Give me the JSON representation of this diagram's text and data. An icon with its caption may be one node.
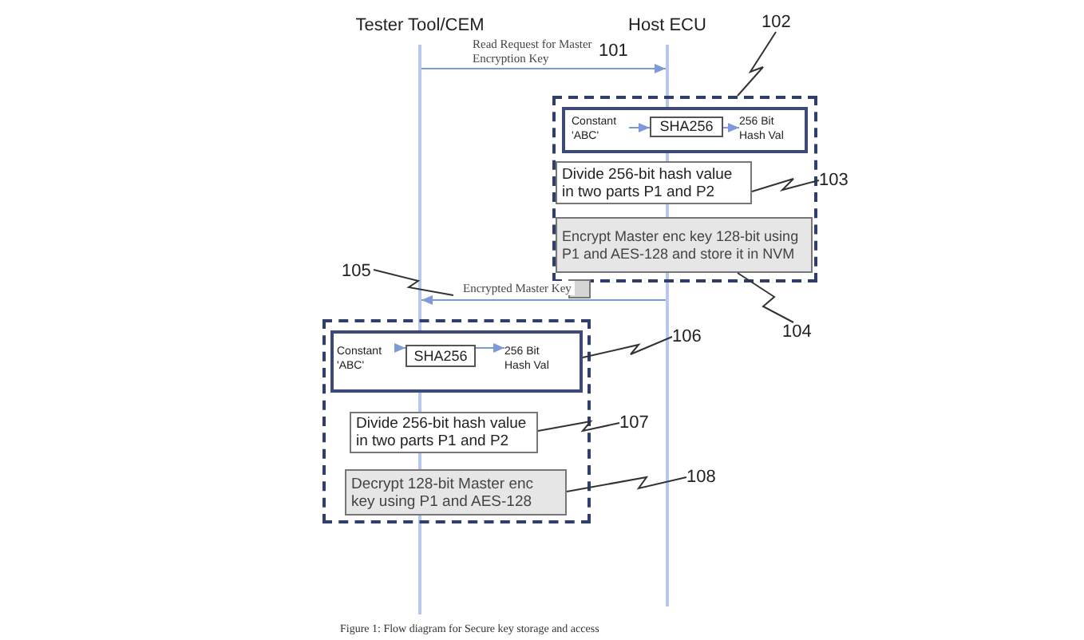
{
  "diagram": {
    "caption": "Figure 1: Flow diagram for Secure key storage and access",
    "nodes": [
      {
        "text": [],
        "shape": "bar",
        "beside": [
          "Tester Tool/CEM"
        ]
      },
      {
        "text": [],
        "shape": "bar",
        "beside": [
          "Host ECU"
        ]
      },
      {
        "text": [],
        "shape": "box"
      },
      {
        "text": [],
        "shape": "box",
        "in": 2
      },
      {
        "text": [
          "Constant 'ABC'"
        ],
        "in": 3
      },
      {
        "text": [
          "SHA256"
        ],
        "in": 3
      },
      {
        "text": [
          "256 Bit Hash Val"
        ],
        "in": 3
      },
      {
        "text": [
          "Divide 256-bit hash value in two parts P1 and P2"
        ],
        "in": 2
      },
      {
        "text": [
          "Encrypt Master enc key 128-bit using P1 and AES-128 and store it in NVM"
        ],
        "in": 2
      },
      {
        "text": [],
        "shape": "box"
      },
      {
        "text": [],
        "shape": "box"
      },
      {
        "text": [],
        "shape": "box",
        "in": 10
      },
      {
        "text": [
          "Constant 'ABC'"
        ],
        "in": 11
      },
      {
        "text": [
          "SHA256"
        ],
        "in": 11
      },
      {
        "text": [
          "256 Bit Hash Val"
        ],
        "in": 11
      },
      {
        "text": [
          "Divide 256-bit hash value in two parts P1 and P2"
        ],
        "in": 10
      },
      {
        "text": [
          "Decrypt 128-bit Master enc key using P1 and AES-128"
        ],
        "in": 10
      },
      {
        "text": [
          "102"
        ]
      },
      {
        "text": [
          "103"
        ]
      },
      {
        "text": [
          "104"
        ]
      },
      {
        "text": [
          "105"
        ]
      },
      {
        "text": [
          "106"
        ]
      },
      {
        "text": [
          "107"
        ]
      },
      {
        "text": [
          "108"
        ]
      }
    ],
    "edges": [
      {
        "from": 0,
        "to": 1,
        "arrow": "to",
        "label": "Read Request for Master Encryption Key",
        "color": "#7e9ad6"
      },
      {
        "from": 4,
        "to": 5,
        "arrow": "to",
        "color": "#7e9ad6"
      },
      {
        "from": 5,
        "to": 6,
        "arrow": "to",
        "color": "#7e9ad6"
      },
      {
        "from": 12,
        "to": 13,
        "arrow": "to",
        "color": "#7e9ad6"
      },
      {
        "from": 13,
        "to": 14,
        "arrow": "to",
        "color": "#7e9ad6"
      },
      {
        "from": 1,
        "to": 0,
        "arrow": "to",
        "label": "Encrypted Master Key",
        "color": "#7e9ad6"
      },
      {
        "from": 17,
        "to": 2,
        "arrow": "none"
      },
      {
        "from": 18,
        "to": 7,
        "arrow": "none"
      },
      {
        "from": 19,
        "to": 8,
        "arrow": "none"
      },
      {
        "from": 20,
        "to": null,
        "arrow": "none"
      },
      {
        "from": 21,
        "to": 11,
        "arrow": "none"
      },
      {
        "from": 22,
        "to": 15,
        "arrow": "none"
      },
      {
        "from": 23,
        "to": 16,
        "arrow": "none"
      }
    ],
    "labels": [
      "101"
    ]
  }
}
